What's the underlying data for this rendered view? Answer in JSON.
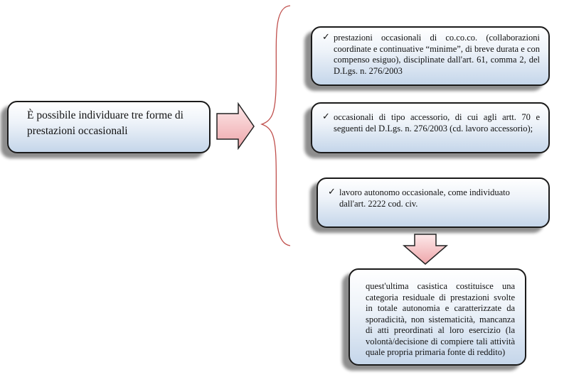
{
  "main": {
    "text": "È possibile individuare tre forme di prestazioni occasionali"
  },
  "items": [
    {
      "icon": "check-icon",
      "text": "prestazioni occasionali di co.co.co. (collaborazioni coordinate e continuative “minime”, di breve durata e con compenso esiguo), disciplinate dall'art. 61, comma 2, del D.Lgs. n. 276/2003"
    },
    {
      "icon": "check-icon",
      "text": "occasionali di tipo accessorio, di cui agli artt. 70 e seguenti del D.Lgs. n. 276/2003 (cd. lavoro accessorio);"
    },
    {
      "icon": "check-icon",
      "text": "lavoro autonomo occasionale, come individuato dall'art. 2222 cod. civ."
    }
  ],
  "note": {
    "text": "quest'ultima casistica costituisce una categoria residuale di prestazioni svolte in totale autonomia e caratterizzate da sporadicità, non sistematicità, mancanza di atti preordinati al loro esercizio (la volontà/decisione di compiere tali attività quale propria primaria fonte di reddito)"
  },
  "check": "✓",
  "colors": {
    "arrow": "#f4c6c8",
    "brace": "#c0504d",
    "box_bottom": "#c5d6ea"
  }
}
